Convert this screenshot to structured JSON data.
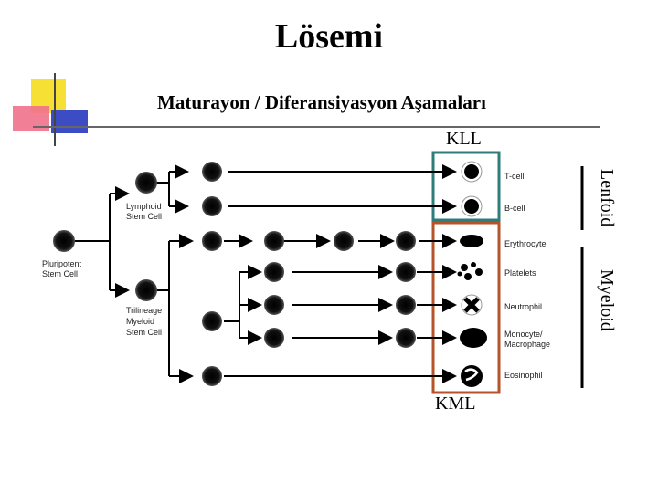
{
  "slide": {
    "title": "Lösemi",
    "subtitle": "Maturayon / Diferansiyasyon Aşamaları",
    "kll_label": "KLL",
    "kml_label": "KML",
    "lenfoid_label": "Lenfoid",
    "myeloid_label": "Myeloid"
  },
  "cells": {
    "pluripotent": [
      "Pluripotent",
      "Stem Cell"
    ],
    "lymphoid": [
      "Lymphoid",
      "Stem Cell"
    ],
    "myeloid": [
      "Trilineage",
      "Myeloid",
      "Stem Cell"
    ],
    "t_cell": "T-cell",
    "b_cell": "B-cell",
    "erythrocyte": "Erythrocyte",
    "platelets": "Platelets",
    "neutrophil": "Neutrophil",
    "monocyte": [
      "Monocyte/",
      "Macrophage"
    ],
    "eosinophil": "Eosinophil"
  },
  "colors": {
    "kll_box": "#2e7d7a",
    "kml_box": "#b5532a",
    "deco_yellow": "#f7e034",
    "deco_pink": "#f0718a",
    "deco_blue": "#3c4cc4"
  }
}
